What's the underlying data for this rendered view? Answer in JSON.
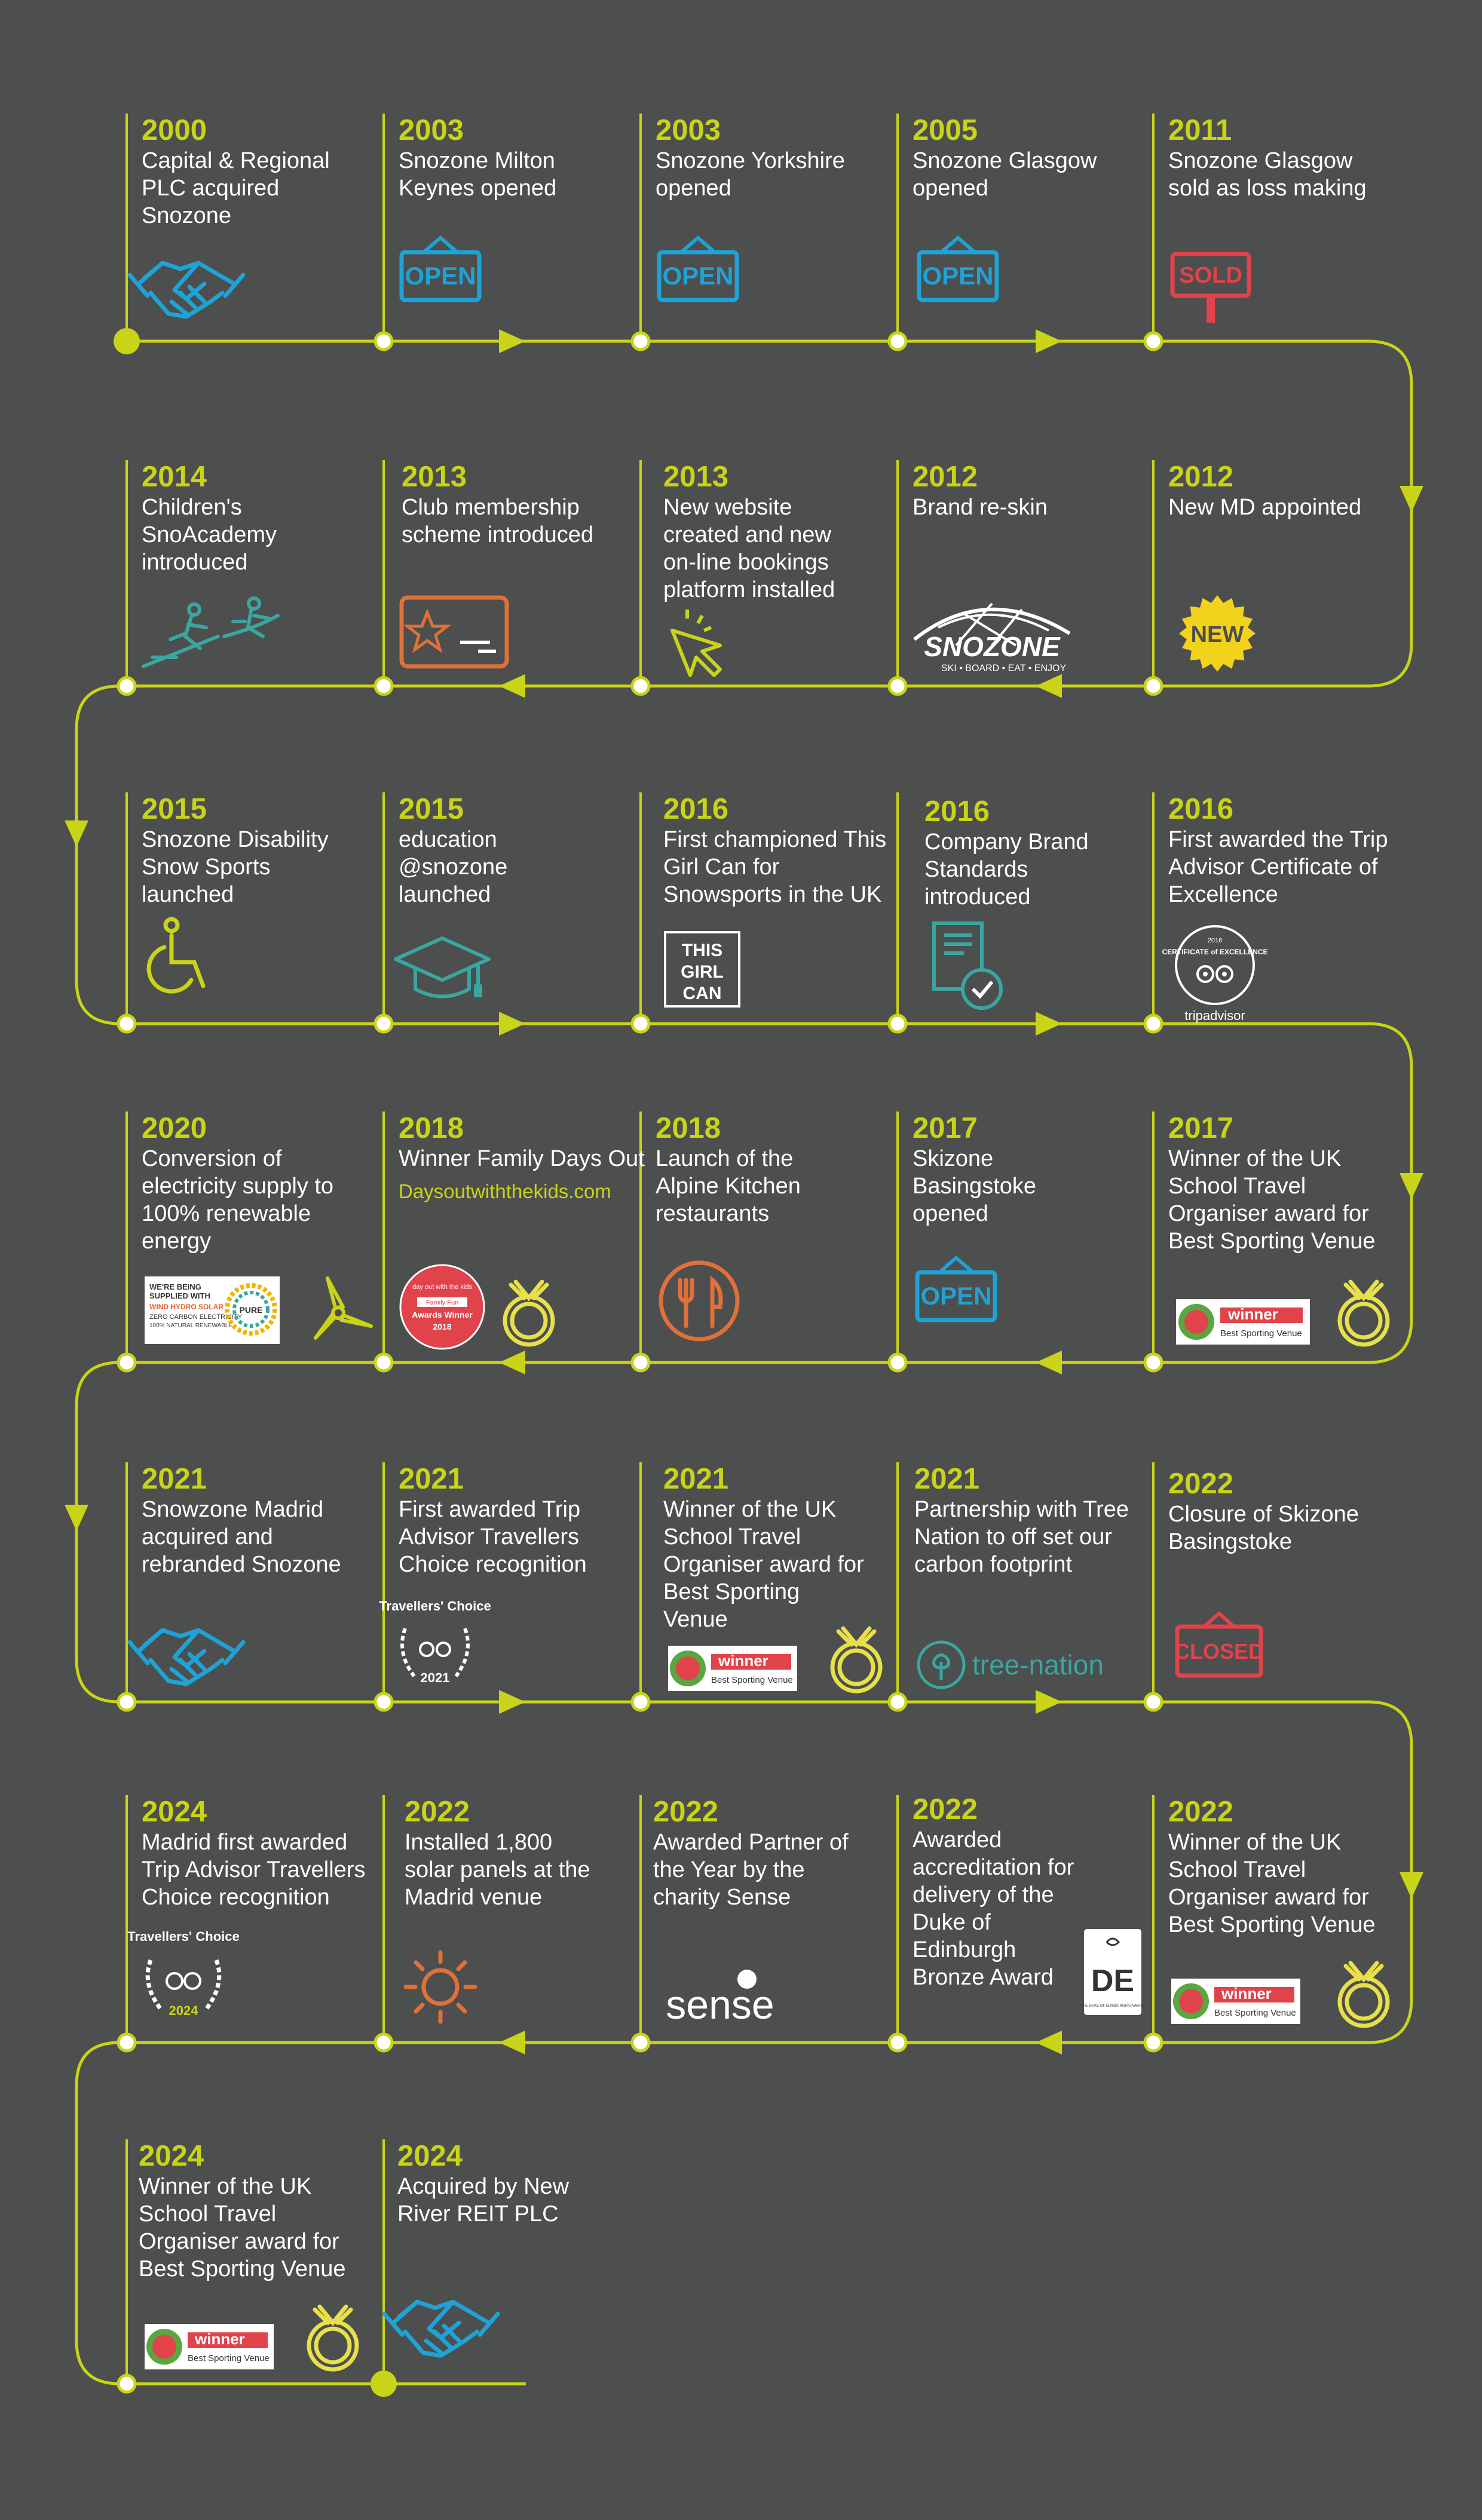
{
  "colors": {
    "background": "#4d4e4e",
    "accent": "#c9d418",
    "text": "#ffffff",
    "icon_blue": "#1fa3d6",
    "icon_red": "#e1434b",
    "icon_orange": "#e0703a",
    "icon_teal": "#3aa6a0"
  },
  "events": [
    {
      "year": "2000",
      "text": "Capital & Regional PLC acquired Snozone",
      "icon": "handshake-icon"
    },
    {
      "year": "2003",
      "text": "Snozone Milton Keynes opened",
      "icon": "open-sign-icon"
    },
    {
      "year": "2003",
      "text": "Snozone Yorkshire opened",
      "icon": "open-sign-icon"
    },
    {
      "year": "2005",
      "text": "Snozone Glasgow opened",
      "icon": "open-sign-icon"
    },
    {
      "year": "2011",
      "text": "Snozone Glasgow sold as loss making",
      "icon": "sold-sign-icon"
    },
    {
      "year": "2012",
      "text": "New MD appointed",
      "icon": "new-badge-icon"
    },
    {
      "year": "2012",
      "text": "Brand re-skin",
      "icon": "snozone-logo"
    },
    {
      "year": "2013",
      "text": "New website created and new on-line bookings platform installed",
      "icon": "cursor-click-icon"
    },
    {
      "year": "2013",
      "text": "Club membership scheme introduced",
      "icon": "membership-card-icon"
    },
    {
      "year": "2014",
      "text": "Children's SnoAcademy introduced",
      "icon": "skier-snowboarder-icon"
    },
    {
      "year": "2015",
      "text": "Snozone Disability Snow Sports launched",
      "icon": "wheelchair-icon"
    },
    {
      "year": "2015",
      "text": "education @snozone launched",
      "icon": "graduation-cap-icon"
    },
    {
      "year": "2016",
      "text": "First championed This Girl Can for Snowsports in the UK",
      "icon": "this-girl-can-logo"
    },
    {
      "year": "2016",
      "text": "Company Brand Standards introduced",
      "icon": "document-check-icon"
    },
    {
      "year": "2016",
      "text": "First awarded the Trip Advisor Certificate of Excellence",
      "icon": "tripadvisor-certificate-icon"
    },
    {
      "year": "2017",
      "text": "Winner of the UK School Travel Organiser award for Best Sporting Venue",
      "icon": "school-travel-award-icon"
    },
    {
      "year": "2017",
      "text": "Skizone Basingstoke opened",
      "icon": "open-sign-icon"
    },
    {
      "year": "2018",
      "text": "Launch of the Alpine Kitchen restaurants",
      "icon": "knife-fork-icon"
    },
    {
      "year": "2018",
      "text": "Winner Family Days Out",
      "extra": "Daysoutwiththekids.com",
      "icon": "days-out-award-icon"
    },
    {
      "year": "2020",
      "text": "Conversion of electricity supply to 100% renewable energy",
      "icon": "renewable-energy-icon"
    },
    {
      "year": "2021",
      "text": "Snowzone Madrid acquired and rebranded Snozone",
      "icon": "handshake-icon"
    },
    {
      "year": "2021",
      "text": "First awarded Trip Advisor Travellers Choice recognition",
      "icon": "travellers-choice-2021-icon"
    },
    {
      "year": "2021",
      "text": "Winner of the UK School Travel Organiser award for Best Sporting Venue",
      "icon": "school-travel-award-icon"
    },
    {
      "year": "2021",
      "text": "Partnership with Tree Nation to off set our carbon footprint",
      "icon": "tree-nation-logo"
    },
    {
      "year": "2022",
      "text": "Closure of Skizone Basingstoke",
      "icon": "closed-sign-icon"
    },
    {
      "year": "2022",
      "text": "Winner of the UK School Travel Organiser award for Best Sporting Venue",
      "icon": "school-travel-award-icon"
    },
    {
      "year": "2022",
      "text": "Awarded accreditation for delivery of the Duke of Edinburgh Bronze Award",
      "icon": "duke-of-edinburgh-logo"
    },
    {
      "year": "2022",
      "text": "Awarded Partner of the Year by the charity Sense",
      "icon": "sense-logo"
    },
    {
      "year": "2022",
      "text": "Installed 1,800 solar panels at the Madrid venue",
      "icon": "sun-icon"
    },
    {
      "year": "2024",
      "text": "Madrid first awarded Trip Advisor Travellers Choice recognition",
      "icon": "travellers-choice-2024-icon"
    },
    {
      "year": "2024",
      "text": "Winner of the UK School Travel Organiser award for Best Sporting Venue",
      "icon": "school-travel-award-icon"
    },
    {
      "year": "2024",
      "text": "Acquired by New River REIT PLC",
      "icon": "handshake-icon"
    }
  ],
  "badges": {
    "open": "OPEN",
    "sold": "SOLD",
    "new": "NEW",
    "closed": "CLOSED",
    "winner": "winner",
    "best_sporting_venue": "Best Sporting Venue",
    "snozone": "SNOZONE",
    "snozone_tagline": "SKI • BOARD • EAT • ENJOY",
    "this_girl_can": [
      "THIS",
      "GIRL",
      "CAN"
    ],
    "certificate": "CERTIFICATE of EXCELLENCE",
    "certificate_year": "2016",
    "tripadvisor": "tripadvisor",
    "travellers_choice": "Travellers' Choice",
    "tc_year_2021": "2021",
    "tc_year_2024": "2024",
    "days_out": "day out with the kids",
    "awards_winner": "Awards Winner",
    "awards_year": "2018",
    "family_fun": "Family Fun",
    "energy_line1": "WE'RE BEING",
    "energy_line2": "SUPPLIED WITH",
    "energy_line3": "WIND HYDRO SOLAR",
    "energy_line4": "ZERO CARBON ELECTRICITY",
    "energy_line5": "100% NATURAL RENEWABLE",
    "pure": "PURE",
    "tree_nation": "tree-nation",
    "sense": "sense",
    "de": "DE",
    "de_caption": "THE DUKE OF EDINBURGH'S AWARD"
  }
}
